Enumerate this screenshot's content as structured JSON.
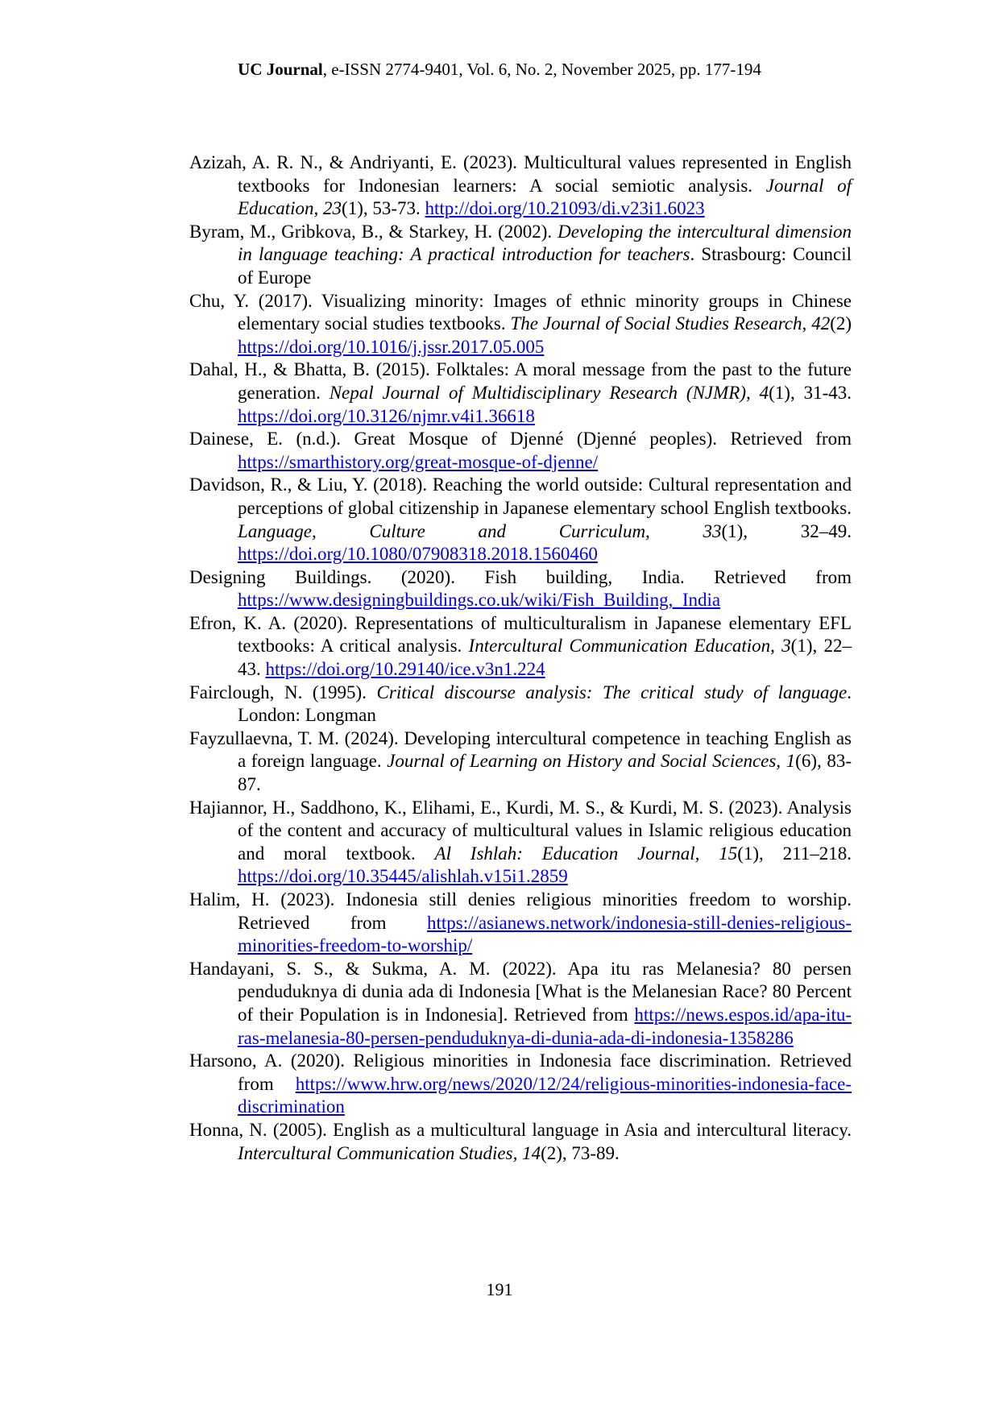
{
  "header": {
    "journal": "UC Journal",
    "details": ", e-ISSN 2774-9401, Vol. 6, No. 2, November 2025, pp. 177-194"
  },
  "references": [
    {
      "parts": [
        {
          "t": "Azizah, A. R. N., & Andriyanti, E. (2023). Multicultural values represented in English textbooks for Indonesian learners: A social semiotic analysis. "
        },
        {
          "t": "Journal of Education, 23",
          "i": true
        },
        {
          "t": "(1), 53-73. "
        },
        {
          "t": "http://doi.org/10.21093/di.v23i1.6023",
          "link": true
        }
      ]
    },
    {
      "parts": [
        {
          "t": "Byram, M., Gribkova, B., & Starkey, H. (2002). "
        },
        {
          "t": "Developing the intercultural dimension in language teaching: A practical introduction for teachers",
          "i": true
        },
        {
          "t": ". Strasbourg: Council of Europe"
        }
      ]
    },
    {
      "parts": [
        {
          "t": "Chu, Y. (2017). Visualizing minority: Images of ethnic minority groups in Chinese elementary social studies textbooks. "
        },
        {
          "t": "The Journal of Social Studies Research",
          "i": true
        },
        {
          "t": ", "
        },
        {
          "t": "42",
          "i": true
        },
        {
          "t": "(2) "
        },
        {
          "t": "https://doi.org/10.1016/j.jssr.2017.05.005",
          "link": true
        }
      ]
    },
    {
      "parts": [
        {
          "t": "Dahal, H., & Bhatta, B. (2015). Folktales: A moral message from the past to the future generation. "
        },
        {
          "t": "Nepal Journal of Multidisciplinary Research (NJMR), 4",
          "i": true
        },
        {
          "t": "(1), 31-43. "
        },
        {
          "t": "https://doi.org/10.3126/njmr.v4i1.36618",
          "link": true
        }
      ]
    },
    {
      "parts": [
        {
          "t": "Dainese, E. (n.d.). Great Mosque of Djenné (Djenné peoples). Retrieved from "
        },
        {
          "t": "https://smarthistory.org/great-mosque-of-djenne/",
          "link": true
        }
      ]
    },
    {
      "parts": [
        {
          "t": "Davidson, R., & Liu, Y. (2018). Reaching the world outside: Cultural representation and perceptions of global citizenship in Japanese elementary school English textbooks. "
        },
        {
          "t": "Language, Culture and Curriculum, 33",
          "i": true
        },
        {
          "t": "(1), 32–49. "
        },
        {
          "t": "https://doi.org/10.1080/07908318.2018.1560460",
          "link": true
        }
      ]
    },
    {
      "parts": [
        {
          "t": "Designing Buildings. (2020). Fish building, India. Retrieved from "
        },
        {
          "t": "https://www.designingbuildings.co.uk/wiki/Fish_Building,_India",
          "link": true
        }
      ]
    },
    {
      "parts": [
        {
          "t": "Efron, K. A. (2020). Representations of multiculturalism in Japanese elementary EFL textbooks: A critical analysis. "
        },
        {
          "t": "Intercultural Communication Education, 3",
          "i": true
        },
        {
          "t": "(1), 22–43. "
        },
        {
          "t": "https://doi.org/10.29140/ice.v3n1.224",
          "link": true
        }
      ]
    },
    {
      "parts": [
        {
          "t": "Fairclough, N. (1995). "
        },
        {
          "t": "Critical discourse analysis: The critical study of language",
          "i": true
        },
        {
          "t": ". London: Longman"
        }
      ]
    },
    {
      "parts": [
        {
          "t": "Fayzullaevna, T. M. (2024). Developing intercultural competence in teaching English as a foreign language. "
        },
        {
          "t": "Journal of Learning on History and Social Sciences, 1",
          "i": true
        },
        {
          "t": "(6), 83-87."
        }
      ]
    },
    {
      "parts": [
        {
          "t": "Hajiannor, H., Saddhono, K., Elihami, E., Kurdi, M. S., & Kurdi, M. S. (2023). Analysis of the content and accuracy of multicultural values in Islamic religious education and moral textbook. "
        },
        {
          "t": "Al Ishlah: Education Journal, 15",
          "i": true
        },
        {
          "t": "(1), 211–218. "
        },
        {
          "t": "https://doi.org/10.35445/alishlah.v15i1.2859",
          "link": true
        }
      ]
    },
    {
      "parts": [
        {
          "t": "Halim, H. (2023). Indonesia still denies religious minorities freedom to worship. Retrieved from "
        },
        {
          "t": "https://asianews.network/indonesia-still-denies-religious-minorities-freedom-to-worship/",
          "link": true
        }
      ]
    },
    {
      "parts": [
        {
          "t": "Handayani, S. S., & Sukma, A. M. (2022). Apa itu ras Melanesia? 80 persen penduduknya di dunia ada di Indonesia [What is the Melanesian Race? 80 Percent of their Population is in Indonesia]. Retrieved from "
        },
        {
          "t": "https://news.espos.id/apa-itu-ras-melanesia-80-persen-penduduknya-di-dunia-ada-di-indonesia-1358286",
          "link": true
        }
      ]
    },
    {
      "parts": [
        {
          "t": "Harsono, A. (2020). Religious minorities in Indonesia face discrimination. Retrieved from "
        },
        {
          "t": "https://www.hrw.org/news/2020/12/24/religious-minorities-indonesia-face-discrimination",
          "link": true
        }
      ]
    },
    {
      "parts": [
        {
          "t": "Honna, N. (2005). English as a multicultural language in Asia and intercultural literacy. "
        },
        {
          "t": "Intercultural Communication Studies, 14",
          "i": true
        },
        {
          "t": "(2), 73-89."
        }
      ]
    }
  ],
  "footer": {
    "page_number": "191"
  }
}
